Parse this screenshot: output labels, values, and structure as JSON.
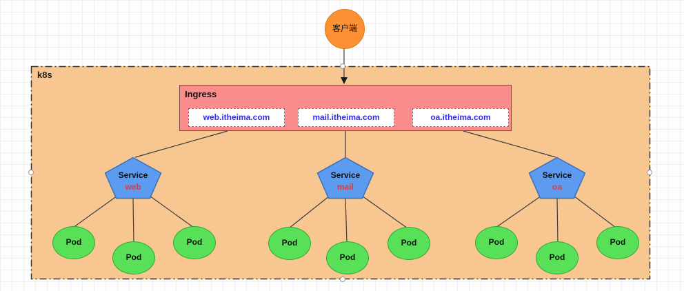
{
  "client": {
    "label": "客户端"
  },
  "k8s": {
    "label": "k8s"
  },
  "ingress": {
    "title": "Ingress",
    "hosts": [
      {
        "host": "web.itheima.com"
      },
      {
        "host": "mail.itheima.com"
      },
      {
        "host": "oa.itheima.com"
      }
    ]
  },
  "services": [
    {
      "type": "Service",
      "name": "web"
    },
    {
      "type": "Service",
      "name": "mail"
    },
    {
      "type": "Service",
      "name": "oa"
    }
  ],
  "pod_label": "Pod",
  "colors": {
    "client_fill": "#FB9133",
    "client_stroke": "#D77B11",
    "k8s_fill": "#F8C791",
    "ingress_fill": "#FA8C8C",
    "ingress_stroke": "#7A4A4A",
    "host_text": "#2E2EE6",
    "service_fill": "#5C9BF0",
    "service_stroke": "#3A70B8",
    "service_name": "#E23B3B",
    "pod_fill": "#58E058",
    "pod_stroke": "#2EA82E"
  }
}
